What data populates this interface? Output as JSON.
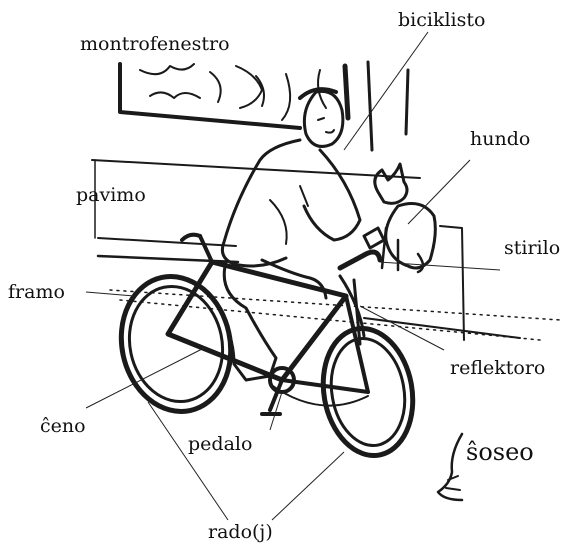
{
  "labels": {
    "montrofenestro": "montrofenestro",
    "biciklisto": "biciklisto",
    "hundo": "hundo",
    "pavimo": "pavimo",
    "stirilo": "stirilo",
    "framo": "framo",
    "reflektoro": "reflektoro",
    "ceno": "ĉeno",
    "pedalo": "pedalo",
    "soseo": "ŝoseo",
    "rado": "rado(j)"
  }
}
